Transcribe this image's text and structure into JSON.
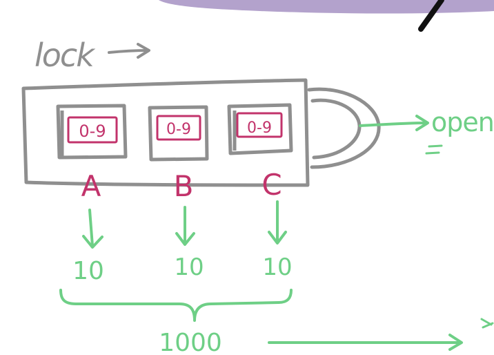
{
  "diagram": {
    "lock_label": "lock",
    "open_label": "open",
    "dials": [
      {
        "range": "0-9",
        "letter": "A",
        "count": "10"
      },
      {
        "range": "0-9",
        "letter": "B",
        "count": "10"
      },
      {
        "range": "0-9",
        "letter": "C",
        "count": "10"
      }
    ],
    "total": "1000"
  },
  "colors": {
    "lock_gray": "#8f8f8f",
    "dial_magenta": "#c2336b",
    "arrow_green": "#6ecf86",
    "banner_purple": "#b3a2cc",
    "ink_black": "#111111"
  }
}
